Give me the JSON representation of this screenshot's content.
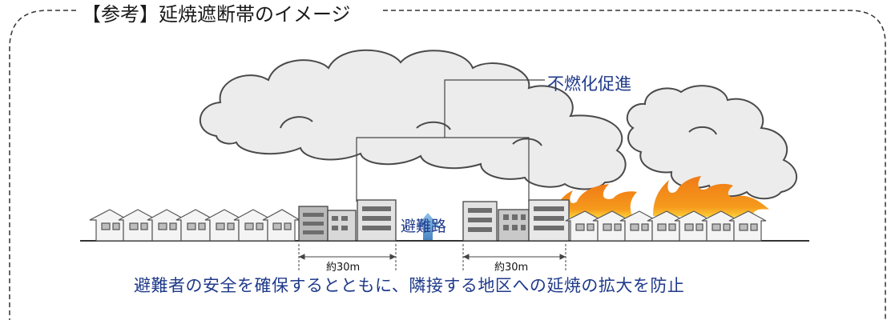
{
  "title": {
    "bracket_open": "【",
    "keyword": "参考",
    "bracket_close": "】",
    "text": "延焼遮断帯のイメージ"
  },
  "labels": {
    "promotion": "不燃化促進",
    "evac_route": "避難路",
    "distance_left": "約30m",
    "distance_right": "約30m",
    "caption": "避難者の安全を確保するとともに、隣接する地区への延焼の拡大を防止"
  },
  "colors": {
    "text_blue": "#1f3a8a",
    "arrow_blue": "#6fa7d6",
    "fire_orange": "#f07a16",
    "fire_yellow": "#ffd23a",
    "smoke_gray": "#e9e9e9",
    "frame": "#333333"
  },
  "icons": {
    "evac_arrow": "up-arrow-icon",
    "fire": "flame-icon",
    "smoke": "smoke-cloud-icon",
    "house": "house-icon",
    "building": "building-icon"
  }
}
